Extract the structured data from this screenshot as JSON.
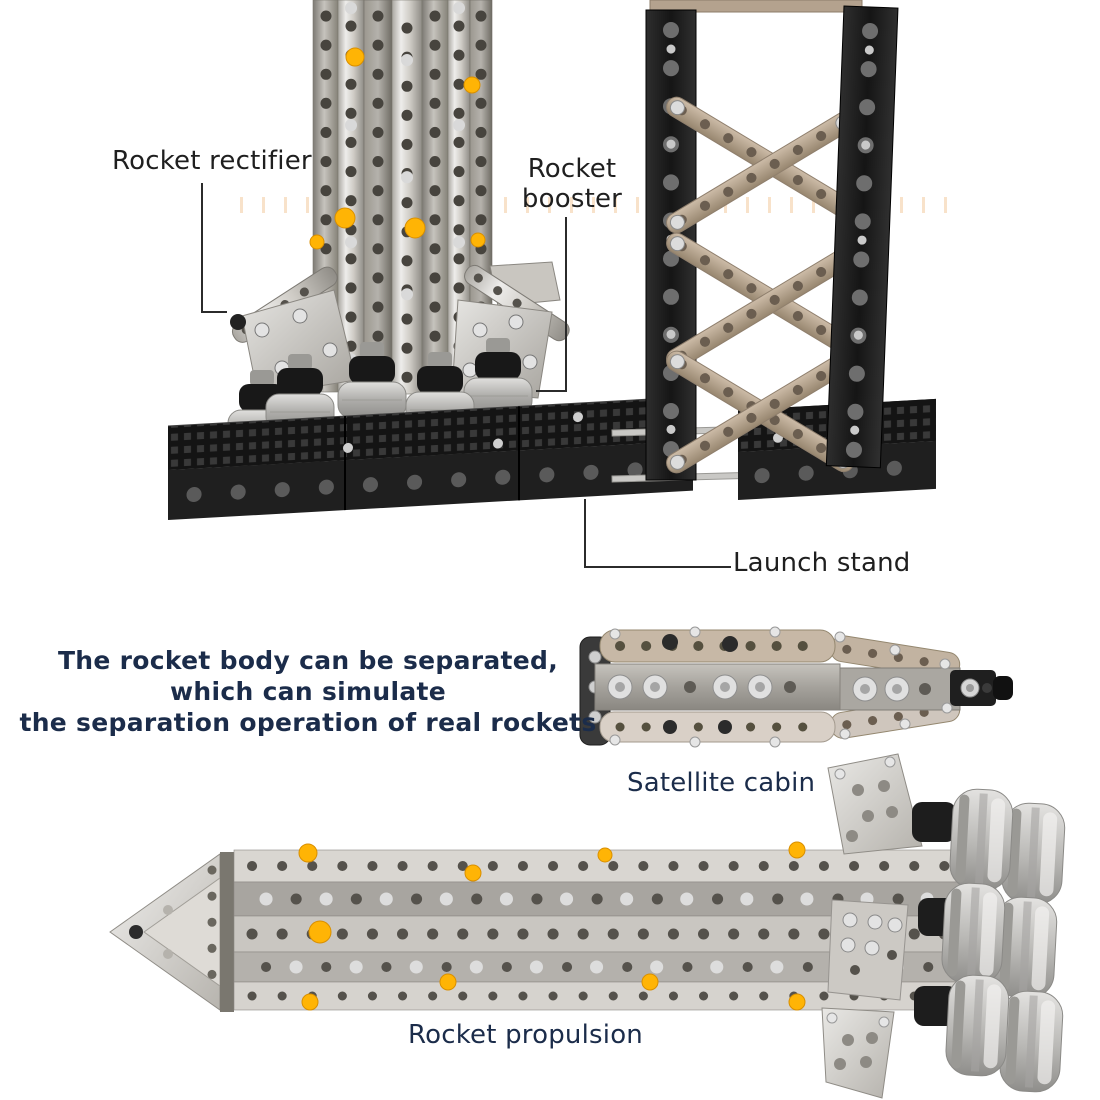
{
  "palette": {
    "label_color": "#1f1f1f",
    "navy": "#1b2c4a",
    "leader_line": "#2b2b2b",
    "yellow_pin": "#ffb405",
    "steel_light": "#e9e8e5",
    "steel_dark": "#8f8c86",
    "bronze": "#b4a28e",
    "part_black": "#1d1d1d",
    "engine_gray": "#c2c1be",
    "watermark_orange": "#f2c697"
  },
  "callouts": {
    "rectifier": "Rocket rectifier",
    "booster": "Rocket booster",
    "launch_stand": "Launch stand"
  },
  "headline": {
    "line1": "The rocket body can be separated,",
    "line2": "which can simulate",
    "line3": "the separation operation of real rockets"
  },
  "captions": {
    "satellite_cabin": "Satellite cabin",
    "rocket_propulsion": "Rocket propulsion"
  }
}
